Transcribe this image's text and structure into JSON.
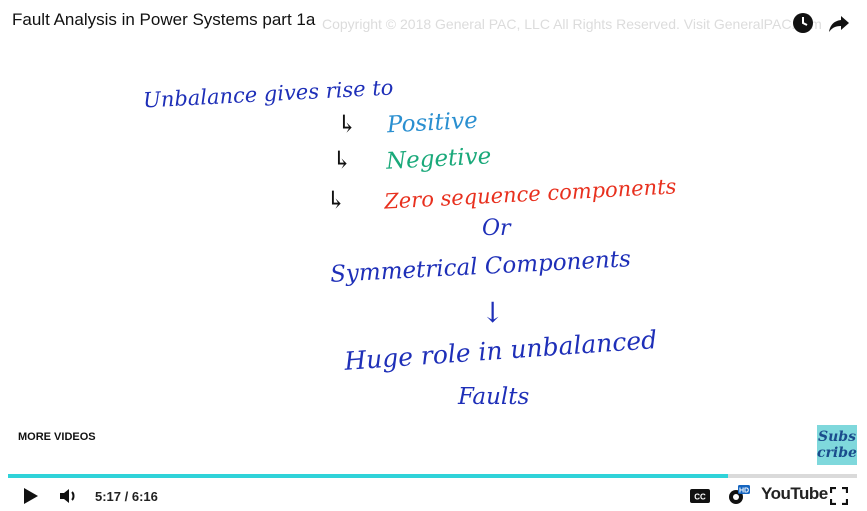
{
  "video": {
    "title": "Fault Analysis in Power Systems part 1a",
    "watermark": "Copyright © 2018 General PAC, LLC All Rights Reserved. Visit GeneralPAC.com",
    "more_videos": "MORE VIDEOS",
    "subscribe": [
      "Subs",
      "cribe"
    ],
    "time": "5:17 / 6:16",
    "progress": 0.848,
    "hd_badge": "HD",
    "youtube_logo": "YouTube"
  },
  "board": {
    "line1": "Unbalance gives rise to",
    "arrow": "↳",
    "positive": "Positive",
    "negative": "Negetive",
    "zero": "Zero sequence components",
    "or": "Or",
    "symmetrical": "Symmetrical Components",
    "down_arrow": "↓",
    "huge": "Huge role in unbalanced",
    "faults": "Faults"
  },
  "colors": {
    "ink_blue": "#1e2fb8",
    "positive": "#2a8fd0",
    "negative": "#1aa97a",
    "zero": "#e8301e",
    "accent": "#2fd3d9"
  },
  "icons": [
    "clock-icon",
    "share-icon",
    "play-icon",
    "volume-icon",
    "captions-icon",
    "settings-icon",
    "fullscreen-icon"
  ]
}
